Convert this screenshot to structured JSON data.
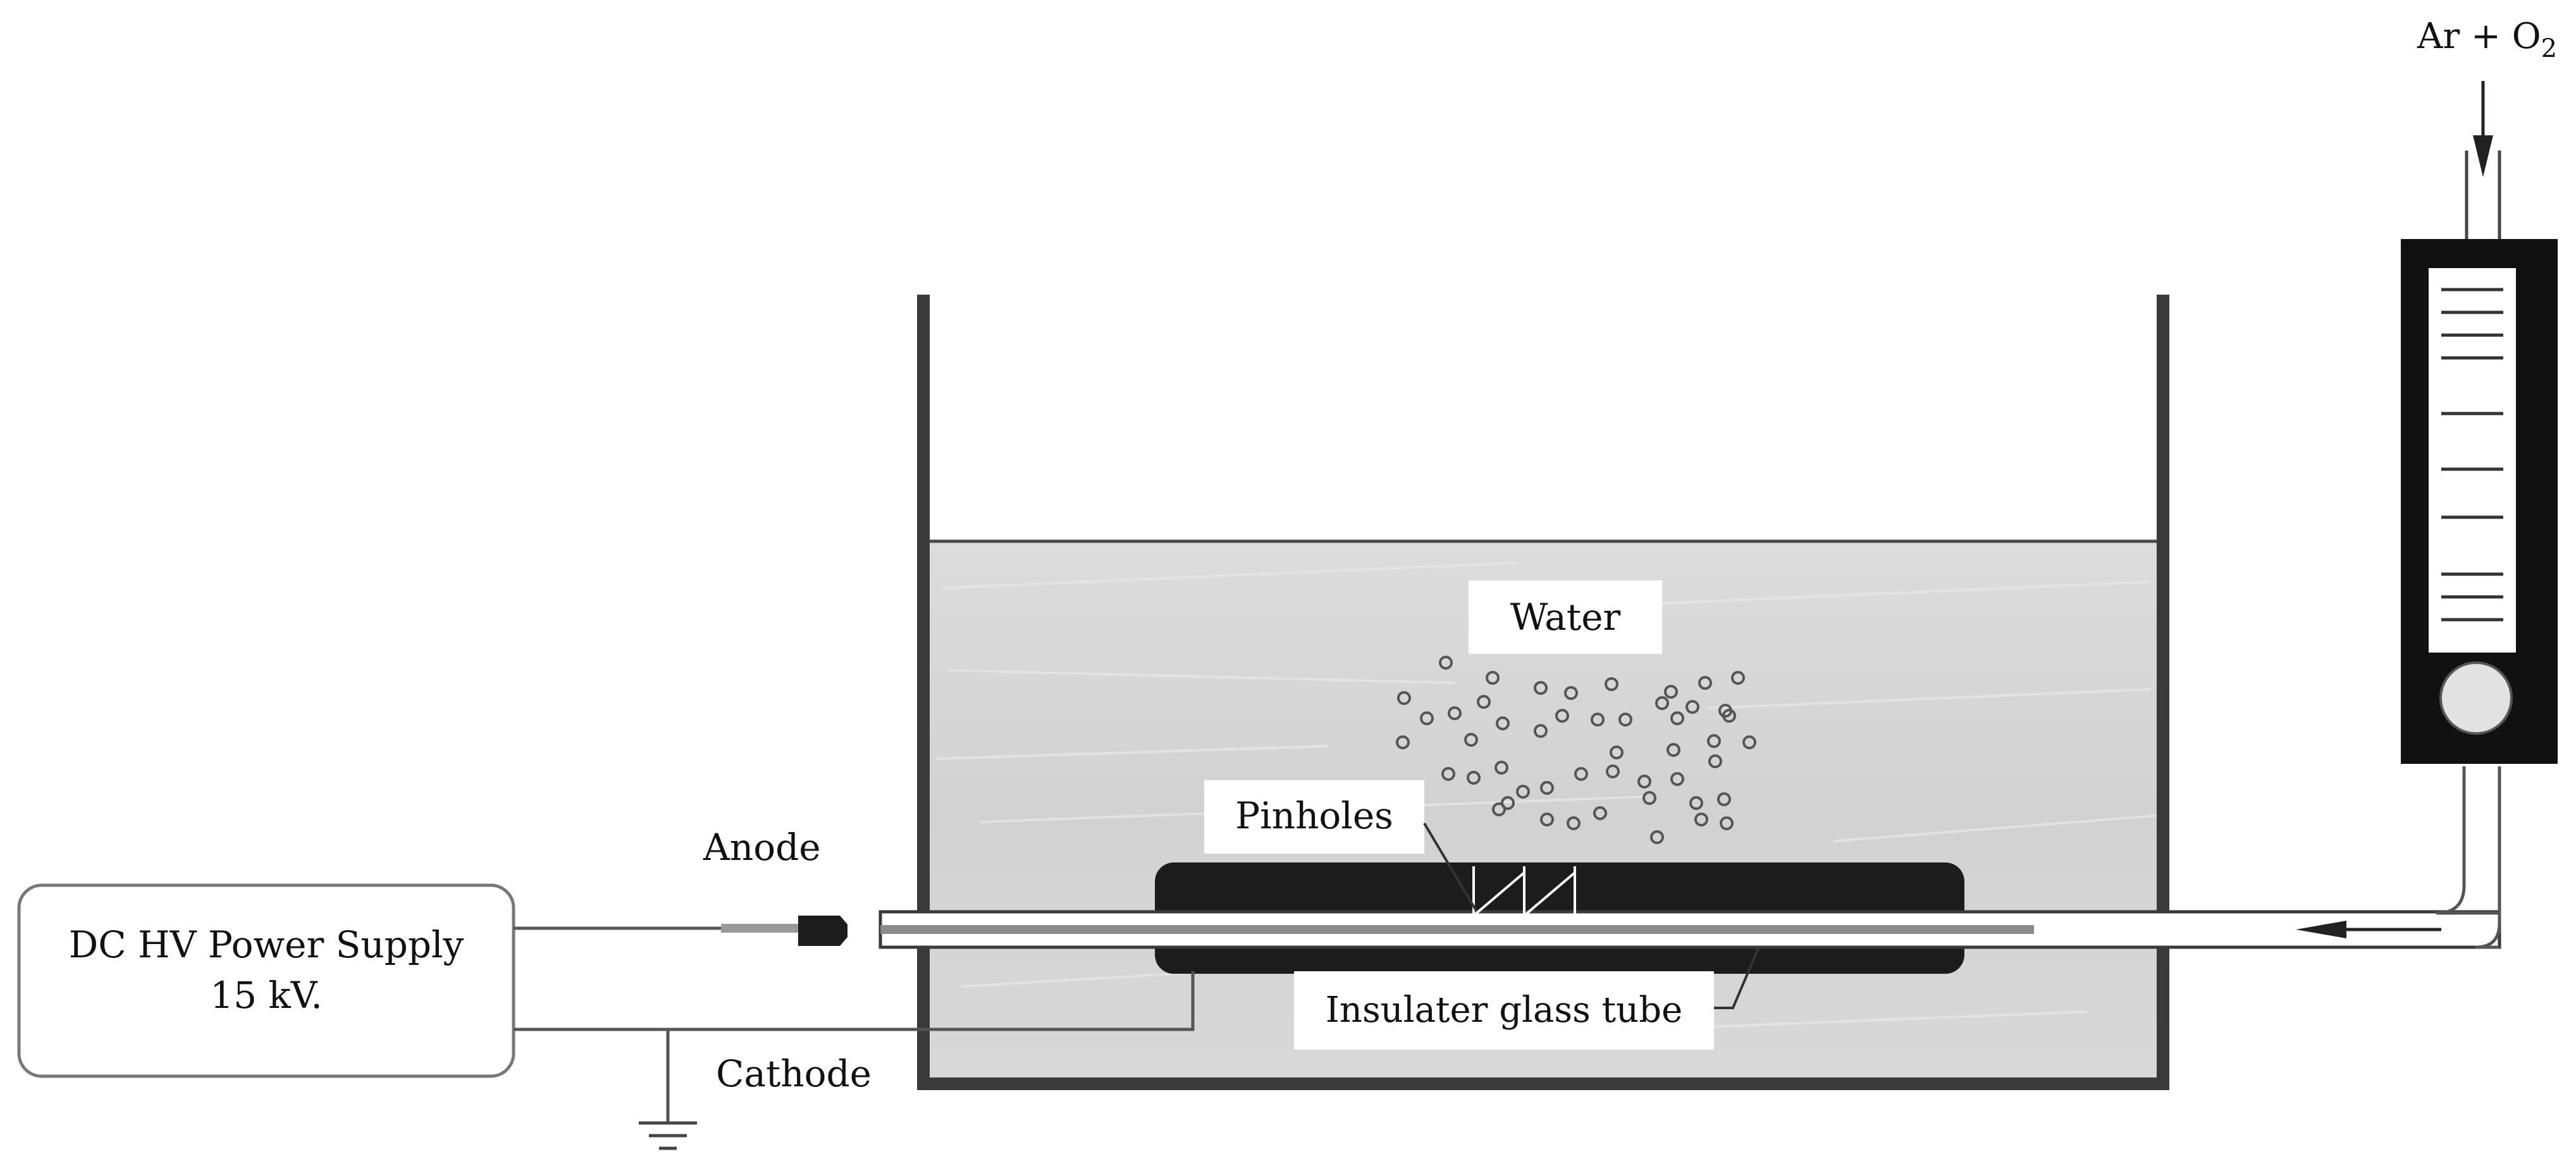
{
  "labels": {
    "gas_main": "Ar + O",
    "gas_sub": "2",
    "power_supply_line1": "DC HV Power Supply",
    "power_supply_line2": "15 kV.",
    "anode": "Anode",
    "cathode": "Cathode",
    "water": "Water",
    "pinholes": "Pinholes",
    "insulator": "Insulater glass tube"
  },
  "icons": {
    "ground": "ground-symbol-icon",
    "flowmeter": "flowmeter-icon",
    "gas_arrow": "arrow-down-icon",
    "flow_arrow": "arrow-left-icon"
  },
  "colors": {
    "water": "#d6d6d6",
    "tube_dark": "#1c1c1c",
    "outline": "#3a3a3a",
    "box_border": "#777777",
    "label_bg": "#ffffff"
  }
}
